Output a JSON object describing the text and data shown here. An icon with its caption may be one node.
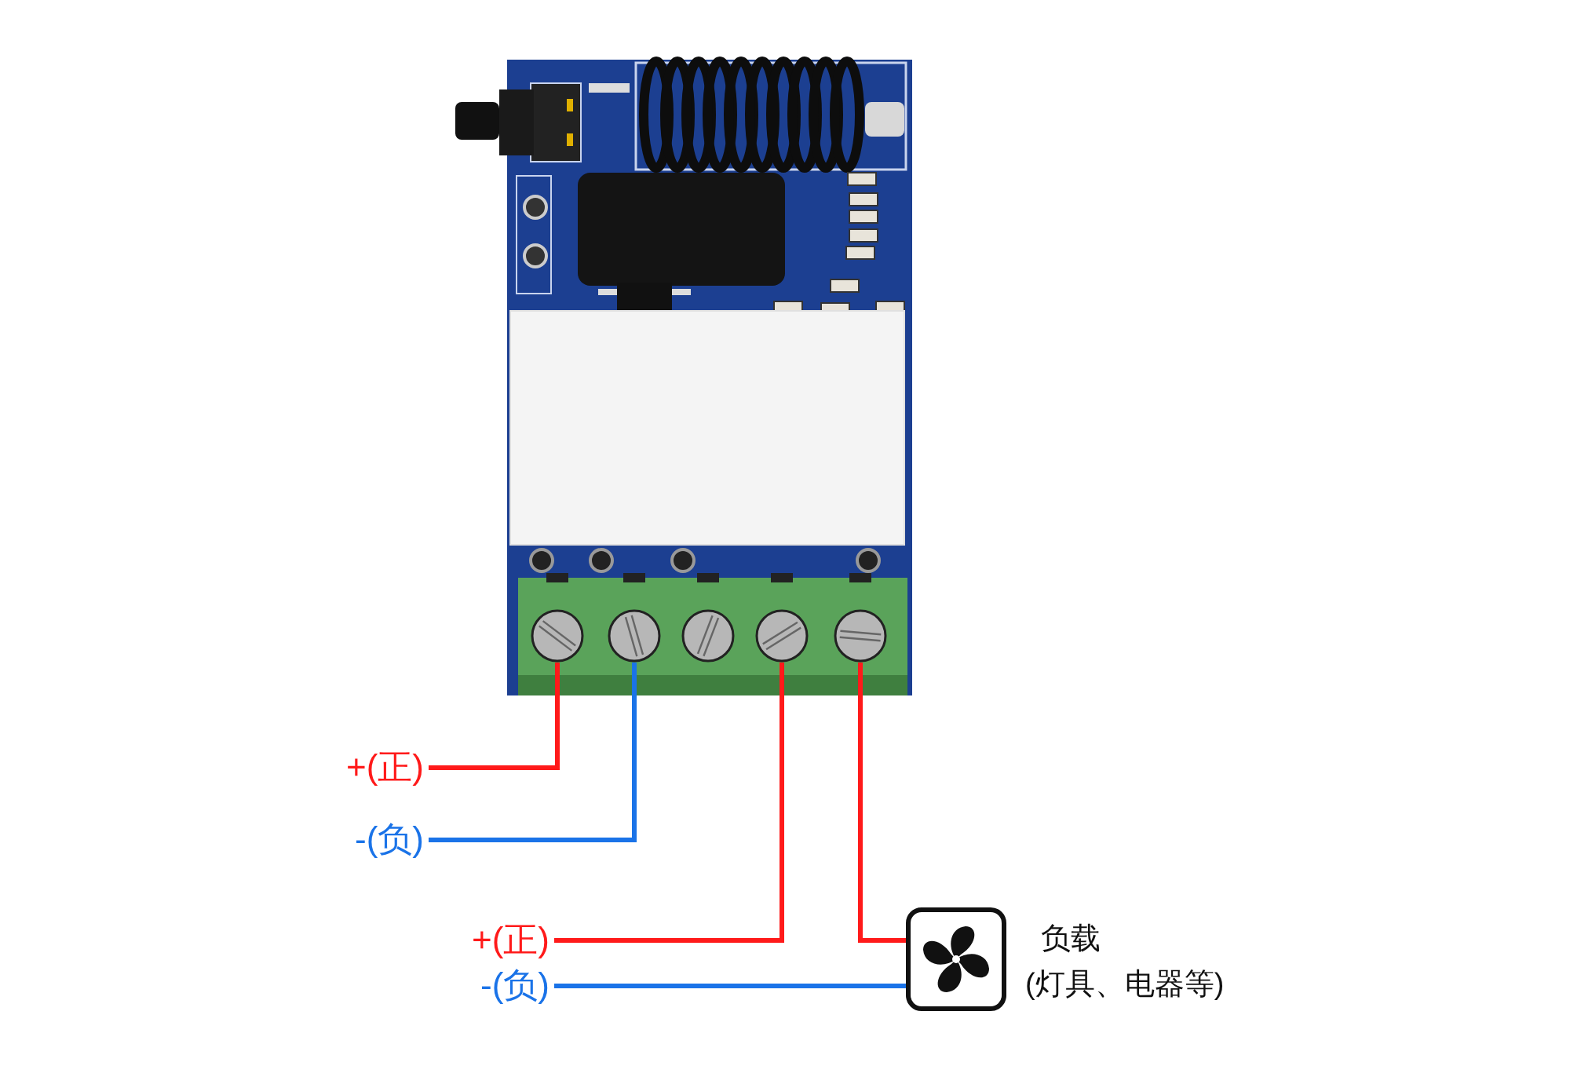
{
  "diagram": {
    "nodes": [
      {
        "text": [],
        "shape": "picture"
      },
      {
        "text": [],
        "shape": "circle",
        "in": 0
      },
      {
        "text": [],
        "shape": "circle",
        "in": 0
      },
      {
        "text": [],
        "shape": "circle",
        "in": 0
      },
      {
        "text": [],
        "shape": "circle",
        "in": 0
      },
      {
        "text": [],
        "shape": "circle",
        "in": 0
      },
      {
        "text": [
          "+(正)"
        ]
      },
      {
        "text": [
          "-(负)"
        ]
      },
      {
        "text": [
          "+(正)"
        ]
      },
      {
        "text": [
          "-(负)"
        ]
      },
      {
        "text": [],
        "shape": "picture",
        "beside": [
          "负载",
          "(灯具、电器等)"
        ]
      }
    ],
    "edges": [
      {
        "from": 1,
        "to": 6,
        "arrow": "none",
        "color": "#ff1a1a"
      },
      {
        "from": 2,
        "to": 7,
        "arrow": "none",
        "color": "#1a73e8"
      },
      {
        "from": 4,
        "to": 8,
        "arrow": "none",
        "color": "#ff1a1a"
      },
      {
        "from": 5,
        "to": 10,
        "arrow": "none",
        "color": "#ff1a1a"
      },
      {
        "from": 9,
        "to": 10,
        "arrow": "none",
        "color": "#1a73e8"
      }
    ]
  }
}
